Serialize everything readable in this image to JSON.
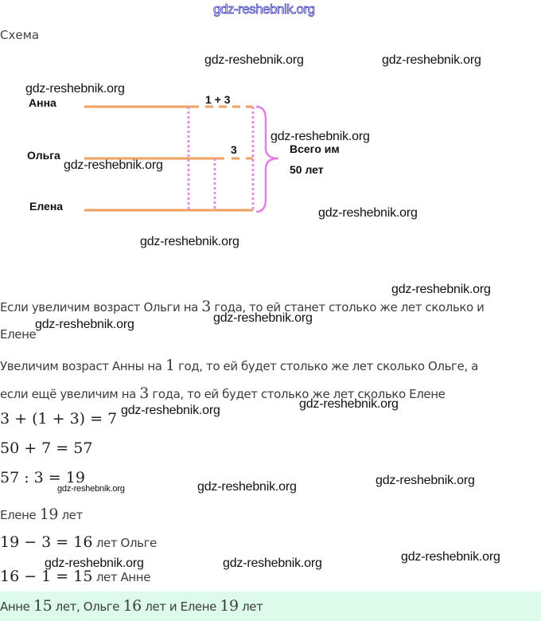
{
  "watermark": {
    "text": "gdz-reshebnik.org"
  },
  "heading": "Схема",
  "diagram": {
    "names": [
      "Анна",
      "Ольга",
      "Елена"
    ],
    "anna_extra": "1 + 3",
    "olga_extra": "3",
    "total_line1": "Всего им",
    "total_line2": "50 лет",
    "colors": {
      "bar": "#f0a060",
      "dotted": "#e48ee8",
      "brace": "#e47fe8"
    }
  },
  "solution": {
    "p1_a": "Если увеличим возраст Ольги на ",
    "p1_num": "3",
    "p1_b": " года, то ей станет столько же лет сколько и",
    "p1_c": "Елене",
    "p2_a": "Увеличим возраст Анны на ",
    "p2_num": "1",
    "p2_b": " год, то ей будет столько же лет сколько Ольге, а",
    "p3_a": "если ещё увеличим на ",
    "p3_num": "3",
    "p3_b": " года, то ей будет столько же лет сколько Елене",
    "eq1": "3 + (1 + 3) = 7",
    "eq2": "50 + 7 = 57",
    "eq3": "57 : 3 = 19",
    "elena_a": "Елене ",
    "elena_num": "19",
    "elena_b": " лет",
    "eq4": "19 − 3 = 16",
    "eq4_suffix": " лет Ольге",
    "eq5": "16 − 1 = 15",
    "eq5_suffix": " лет Анне"
  },
  "answer": {
    "a": "Анне ",
    "n1": "15",
    "b": " лет, Ольге ",
    "n2": "16",
    "c": " лет и Елене ",
    "n3": "19",
    "d": " лет",
    "background": "#dcfbea"
  }
}
